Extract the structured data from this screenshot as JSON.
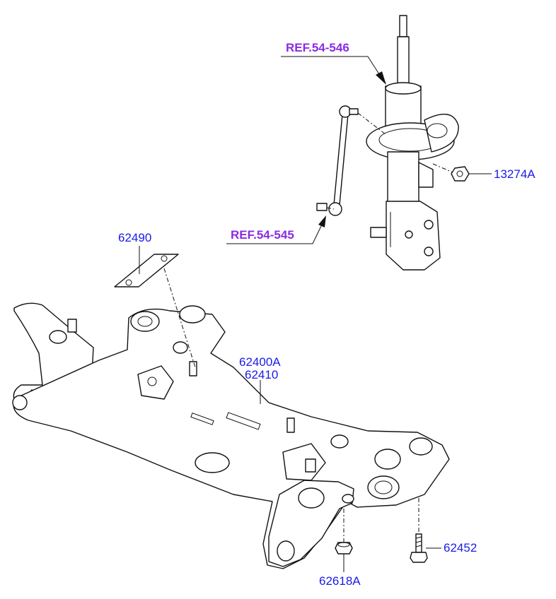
{
  "colors": {
    "part_number": "#1a1ae6",
    "reference": "#8a2be2",
    "line": "#111111"
  },
  "labels": {
    "ref_strut": "REF.54-546",
    "ref_link": "REF.54-545",
    "nut_strut": "13274A",
    "plate": "62490",
    "crossmember_a": "62400A",
    "crossmember_b": "62410",
    "bolt": "62452",
    "nut_bottom": "62618A"
  }
}
